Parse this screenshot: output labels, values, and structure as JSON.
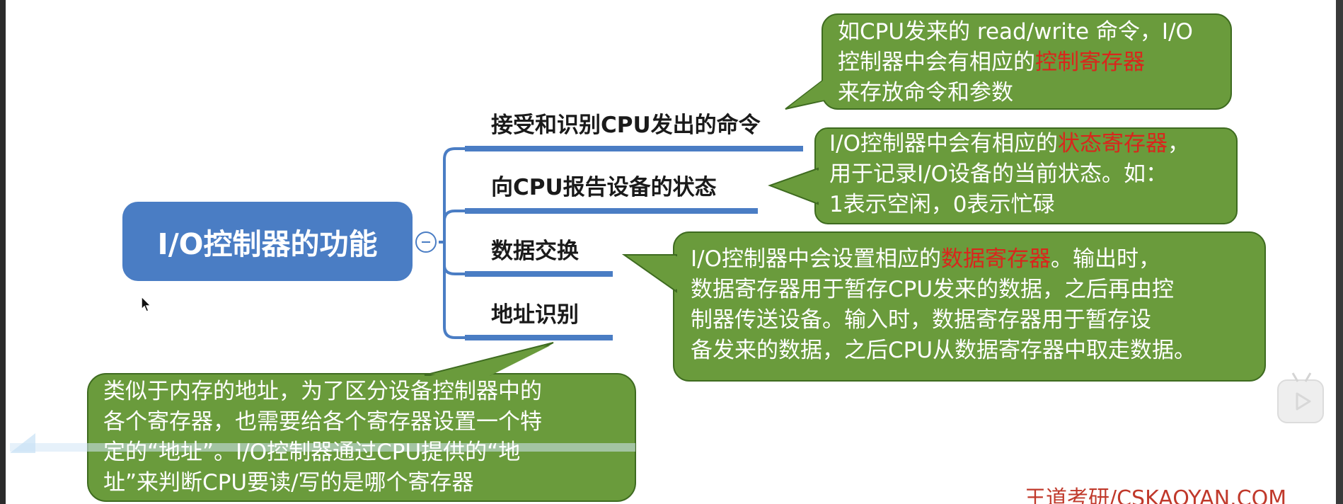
{
  "root": {
    "label": "I/O控制器的功能"
  },
  "branches": [
    {
      "label": "接受和识别CPU发出的命令"
    },
    {
      "label": "向CPU报告设备的状态"
    },
    {
      "label": "数据交换"
    },
    {
      "label": "地址识别"
    }
  ],
  "notes": {
    "command": {
      "line1": "如CPU发来的 read/write 命令，I/O",
      "line2_pre": "控制器中会有相应的",
      "line2_hl": "控制寄存器",
      "line3": "来存放命令和参数"
    },
    "status": {
      "line1_pre": "I/O控制器中会有相应的",
      "line1_hl": "状态寄存器",
      "line1_post": "，",
      "line2": "用于记录I/O设备的当前状态。如：",
      "line3": "1表示空闲，0表示忙碌"
    },
    "data": {
      "line1_pre": "I/O控制器中会设置相应的",
      "line1_hl": "数据寄存器",
      "line1_post": "。输出时，",
      "line2": "数据寄存器用于暂存CPU发来的数据，之后再由控",
      "line3": "制器传送设备。输入时，数据寄存器用于暂存设",
      "line4": "备发来的数据，之后CPU从数据寄存器中取走数据。"
    },
    "address": {
      "line1": "类似于内存的地址，为了区分设备控制器中的",
      "line2": "各个寄存器，也需要给各个寄存器设置一个特",
      "line3": "定的“地址”。I/O控制器通过CPU提供的“地",
      "line4": "址”来判断CPU要读/写的是哪个寄存器"
    }
  },
  "watermark": "王道考研/CSKAOYAN.COM",
  "colors": {
    "root": "#4a7dc4",
    "bubble": "#6a9b3c",
    "highlight": "#d9261c"
  }
}
